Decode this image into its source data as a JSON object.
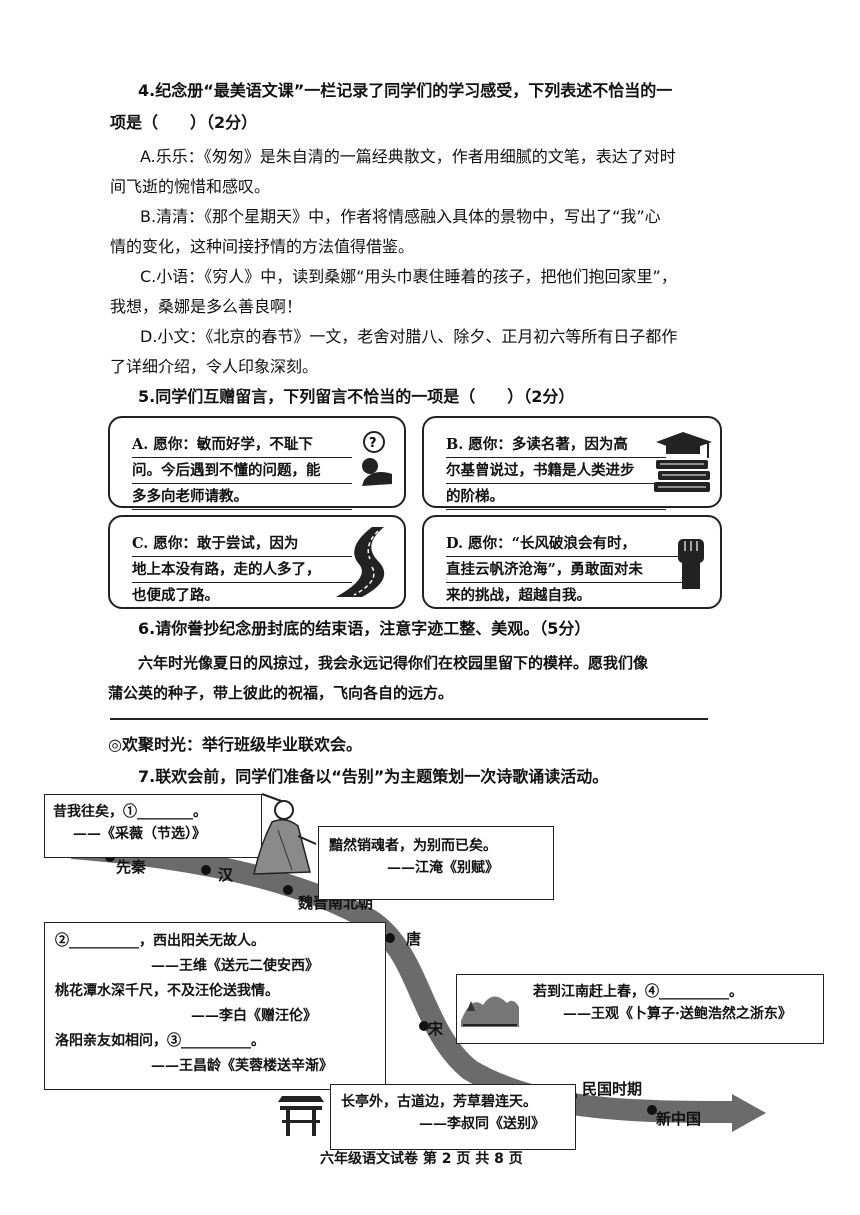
{
  "q4": {
    "line1": "4.纪念册“最美语文课”一栏记录了同学们的学习感受，下列表述不恰当的一",
    "line2": "项是（　　）（2分）",
    "a1": "A.乐乐：《匆匆》是朱自清的一篇经典散文，作者用细腻的文笔，表达了对时",
    "a2": "间飞逝的惋惜和感叹。",
    "b1": "B.清清：《那个星期天》中，作者将情感融入具体的景物中，写出了“我”心",
    "b2": "情的变化，这种间接抒情的方法值得借鉴。",
    "c1": "C.小语：《穷人》中，读到桑娜“用头巾裹住睡着的孩子，把他们抱回家里”，",
    "c2": "我想，桑娜是多么善良啊！",
    "d1": "D.小文：《北京的春节》一文，老舍对腊八、除夕、正月初六等所有日子都作",
    "d2": "了详细介绍，令人印象深刻。"
  },
  "q5": {
    "title": "5.同学们互赠留言，下列留言不恰当的一项是（　　）（2分）",
    "cardA": [
      "A. 愿你：敏而好学，不耻下",
      "问。今后遇到不懂的问题，能",
      "多多向老师请教。"
    ],
    "cardB": [
      "B. 愿你：多读名著，因为高",
      "尔基曾说过，书籍是人类进步",
      "的阶梯。"
    ],
    "cardC": [
      "C. 愿你：敢于尝试，因为",
      "地上本没有路，走的人多了，",
      "也便成了路。"
    ],
    "cardD": [
      "D. 愿你：“长风破浪会有时，",
      "直挂云帆济沧海”，勇敢面对未",
      "来的挑战，超越自我。"
    ]
  },
  "q6": {
    "title": "6.请你誊抄纪念册封底的结束语，注意字迹工整、美观。（5分）",
    "line1": "六年时光像夏日的风掠过，我会永远记得你们在校园里留下的模样。愿我们像",
    "line2": "蒲公英的种子，带上彼此的祝福，飞向各自的远方。"
  },
  "section": "◎欢聚时光：举行班级毕业联欢会。",
  "q7": {
    "title": "7.联欢会前，同学们准备以“告别”为主题策划一次诗歌诵读活动。",
    "box1": [
      "昔我往矣，①________。",
      "——《采薇（节选）》"
    ],
    "box2": [
      "黯然销魂者，为别而已矣。",
      "——江淹《别赋》"
    ],
    "box3": [
      "②__________，西出阳关无故人。",
      "——王维《送元二使安西》",
      "桃花潭水深千尺，不及汪伦送我情。",
      "——李白《赠汪伦》",
      "洛阳亲友如相问，③__________。",
      "——王昌龄《芙蓉楼送辛渐》"
    ],
    "box4": [
      "若到江南赶上春，④__________。",
      "——王观《卜算子·送鲍浩然之浙东》"
    ],
    "box5": [
      "长亭外，古道边，芳草碧连天。",
      "——李叔同《送别》"
    ],
    "eras": [
      "先秦",
      "汉",
      "魏晋南北朝",
      "唐",
      "宋",
      "民国时期",
      "新中国"
    ]
  },
  "footer": "六年级语文试卷 第 2 页 共 8 页"
}
